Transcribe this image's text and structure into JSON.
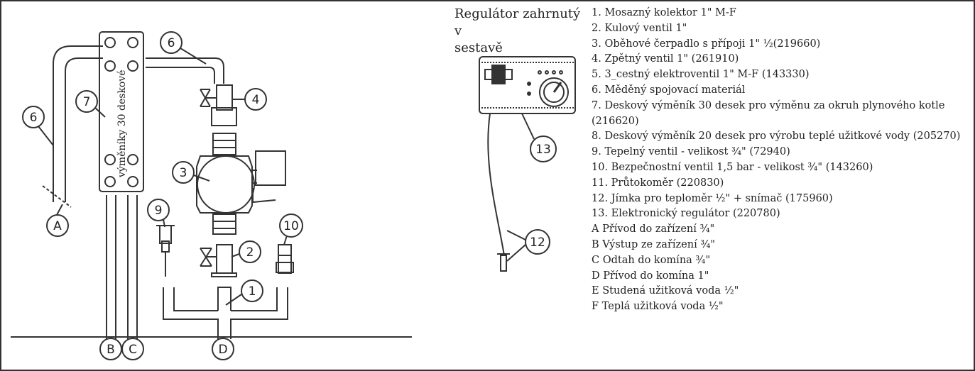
{
  "regulator_caption": "Regulátor zahrnutý v\nsestavě",
  "plate_label": "výměníky 30 deskové",
  "callouts": {
    "c1": "1",
    "c2": "2",
    "c3": "3",
    "c4": "4",
    "c6a": "6",
    "c6b": "6",
    "c7": "7",
    "c9": "9",
    "c10": "10",
    "c12": "12",
    "c13": "13",
    "cA": "A",
    "cB": "B",
    "cC": "C",
    "cD": "D"
  },
  "legend": [
    "1. Mosazný kolektor 1\" M-F",
    "2. Kulový ventil 1\"",
    "3. Oběhové čerpadlo s přípoji 1\" ½(219660)",
    "4. Zpětný ventil 1\" (261910)",
    "5. 3_cestný elektroventil 1\" M-F (143330)",
    "6. Měděný spojovací materiál",
    "7. Deskový výměník 30 desek pro výměnu za okruh plynového kotle",
    "(216620)",
    "8. Deskový výměník 20 desek pro výrobu teplé užitkové vody (205270)",
    "9. Tepelný ventil - velikost ¾\" (72940)",
    "10. Bezpečnostní ventil 1,5 bar - velikost ¾\" (143260)",
    "11. Průtokoměr (220830)",
    "12. Jímka pro teploměr ½\" + snímač (175960)",
    "13. Elektronický regulátor (220780)",
    "A  Přívod do zařízení ¾\"",
    "B   Výstup ze zařízení ¾\"",
    "C   Odtah do komína ¾\"",
    "D  Přívod do komína 1\"",
    "E   Studená užitková voda ½\"",
    "F  Teplá užitková voda ½\""
  ],
  "colors": {
    "line": "#333333",
    "paper": "#ffffff"
  }
}
